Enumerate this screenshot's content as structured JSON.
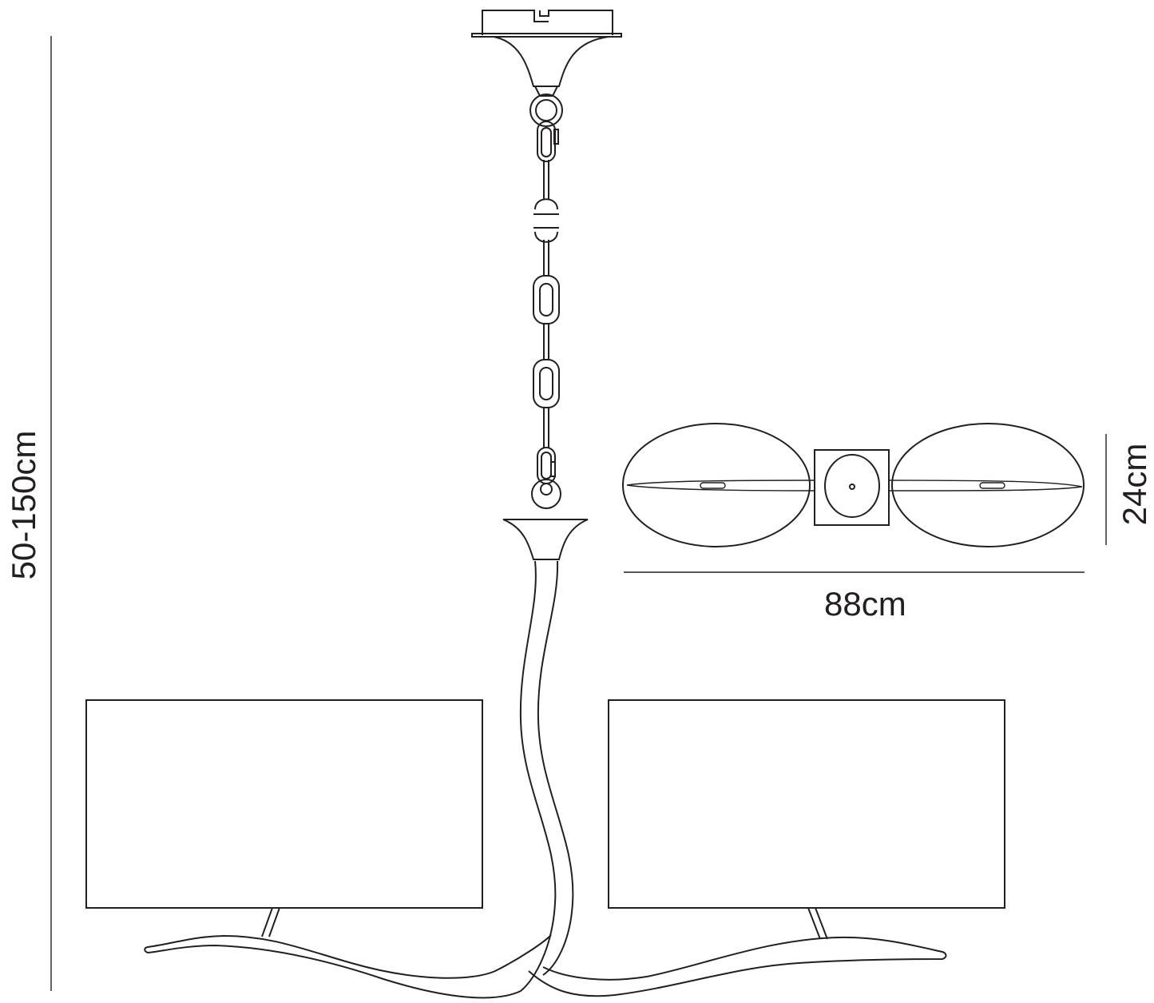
{
  "title": "Pendant lamp dimension drawing",
  "dimensions": {
    "height_label": "50-150cm",
    "width_label": "88cm",
    "depth_label": "24cm"
  },
  "colors": {
    "line": "#231f20",
    "background": "#ffffff"
  }
}
